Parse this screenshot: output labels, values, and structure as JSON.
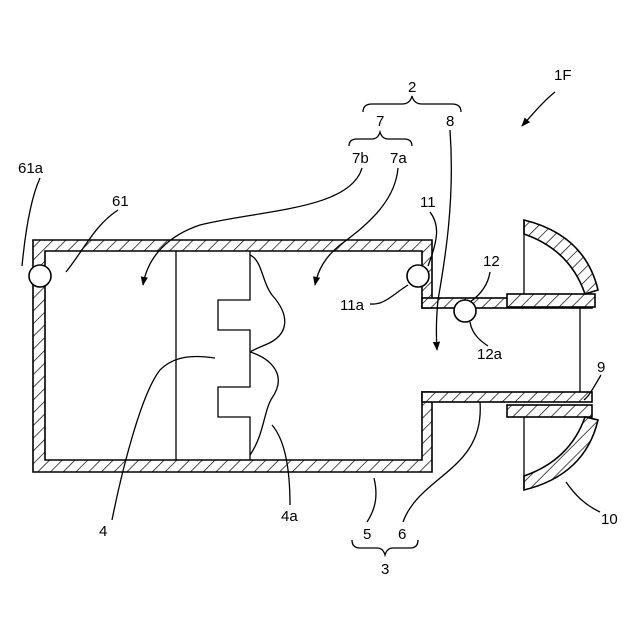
{
  "labels": {
    "l_1F": "1F",
    "l_2": "2",
    "l_7": "7",
    "l_8": "8",
    "l_7b": "7b",
    "l_7a": "7a",
    "l_61a": "61a",
    "l_61": "61",
    "l_11": "11",
    "l_12": "12",
    "l_11a": "11a",
    "l_12a": "12a",
    "l_9": "9",
    "l_4": "4",
    "l_4a": "4a",
    "l_5": "5",
    "l_6": "6",
    "l_10": "10",
    "l_3": "3"
  }
}
